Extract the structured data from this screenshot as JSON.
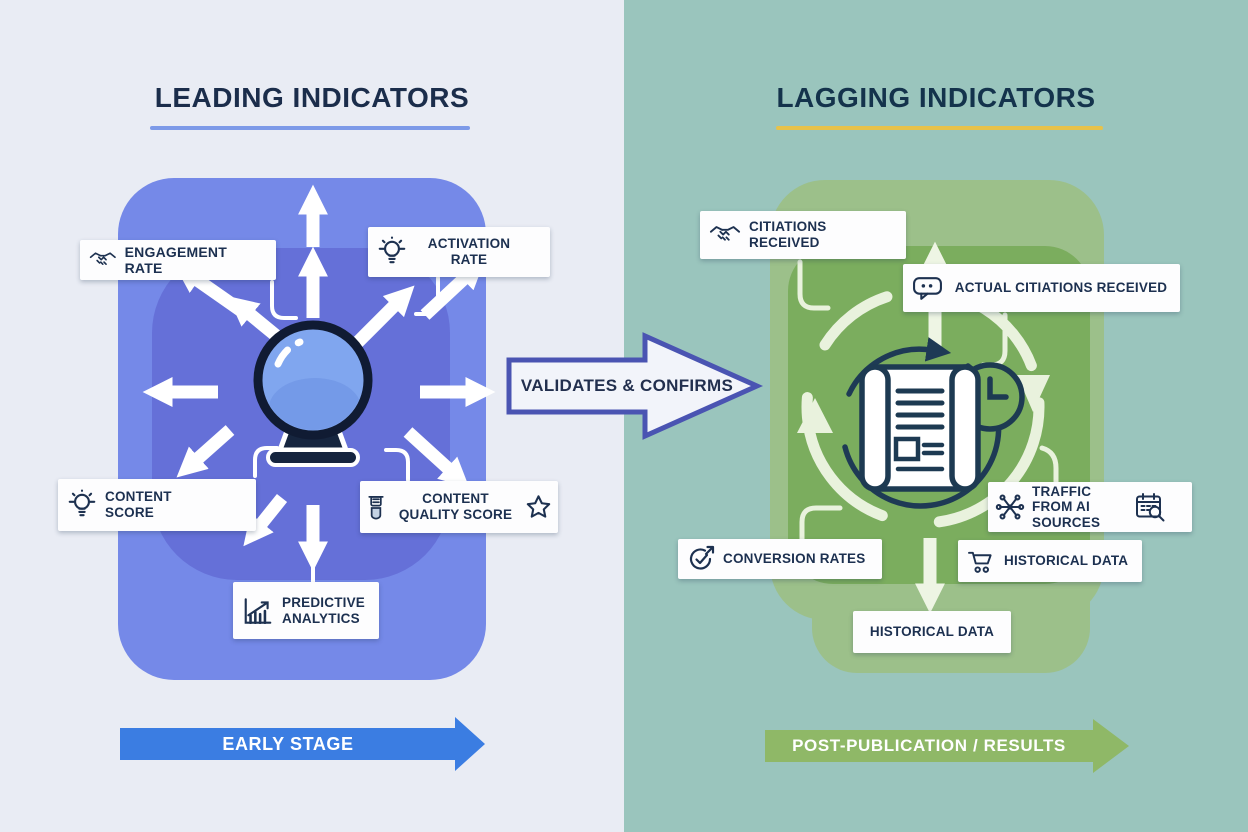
{
  "left_panel": {
    "title": "LEADING INDICATORS",
    "labels": {
      "engagement_rate": "ENGAGEMENT RATE",
      "activation_rate": "ACTIVATION RATE",
      "content_score": "CONTENT SCORE",
      "content_quality_score": "CONTENT QUALITY SCORE",
      "predictive_analytics": "PREDICTIVE ANALYTICS"
    },
    "banner": "EARLY STAGE",
    "accent_color": "#7d9ae8",
    "panel_bg": "#e9ecf4",
    "shape_outer_color": "#7589e8",
    "shape_inner_color": "#6570d8",
    "banner_color": "#3b7de2",
    "center_icon": "crystal-ball-icon"
  },
  "connector_arrow": {
    "label": "VALIDATES & CONFIRMS",
    "border_color": "#4a54b2",
    "fill_color": "#f2f4fa"
  },
  "right_panel": {
    "title": "LAGGING INDICATORS",
    "labels": {
      "citations_received": "CITIATIONS RECEIVED",
      "actual_citations_received": "ACTUAL CITIATIONS RECEIVED",
      "traffic_from_ai_sources": "TRAFFIC FROM AI SOURCES",
      "historical_data_side": "HISTORICAL DATA",
      "conversion_rates": "CONVERSION RATES",
      "historical_data_bottom": "HISTORICAL DATA"
    },
    "banner": "POST-PUBLICATION / RESULTS",
    "accent_color": "#e7c24a",
    "panel_bg": "#9ac5bd",
    "shape_outer_color": "#9cc08a",
    "shape_inner_color": "#7bad5e",
    "banner_color": "#8fb867",
    "center_icon": "scroll-clock-icon"
  },
  "icons": {
    "engagement_rate": "handshake-icon",
    "activation_rate": "lightbulb-icon",
    "content_score": "lightbulb-icon",
    "content_quality_score": [
      "trophy-icon",
      "star-icon"
    ],
    "predictive_analytics": "growth-chart-icon",
    "citations_received": "handshake-icon",
    "actual_citations_received": "speech-bubble-icon",
    "traffic_from_ai_sources": [
      "network-icon",
      "calendar-search-icon"
    ],
    "historical_data_side": "shopping-cart-icon",
    "conversion_rates": "check-arrow-icon",
    "left_center": "crystal-ball-icon",
    "right_center": "scroll-clock-icon"
  },
  "text_color": "#1c3050"
}
